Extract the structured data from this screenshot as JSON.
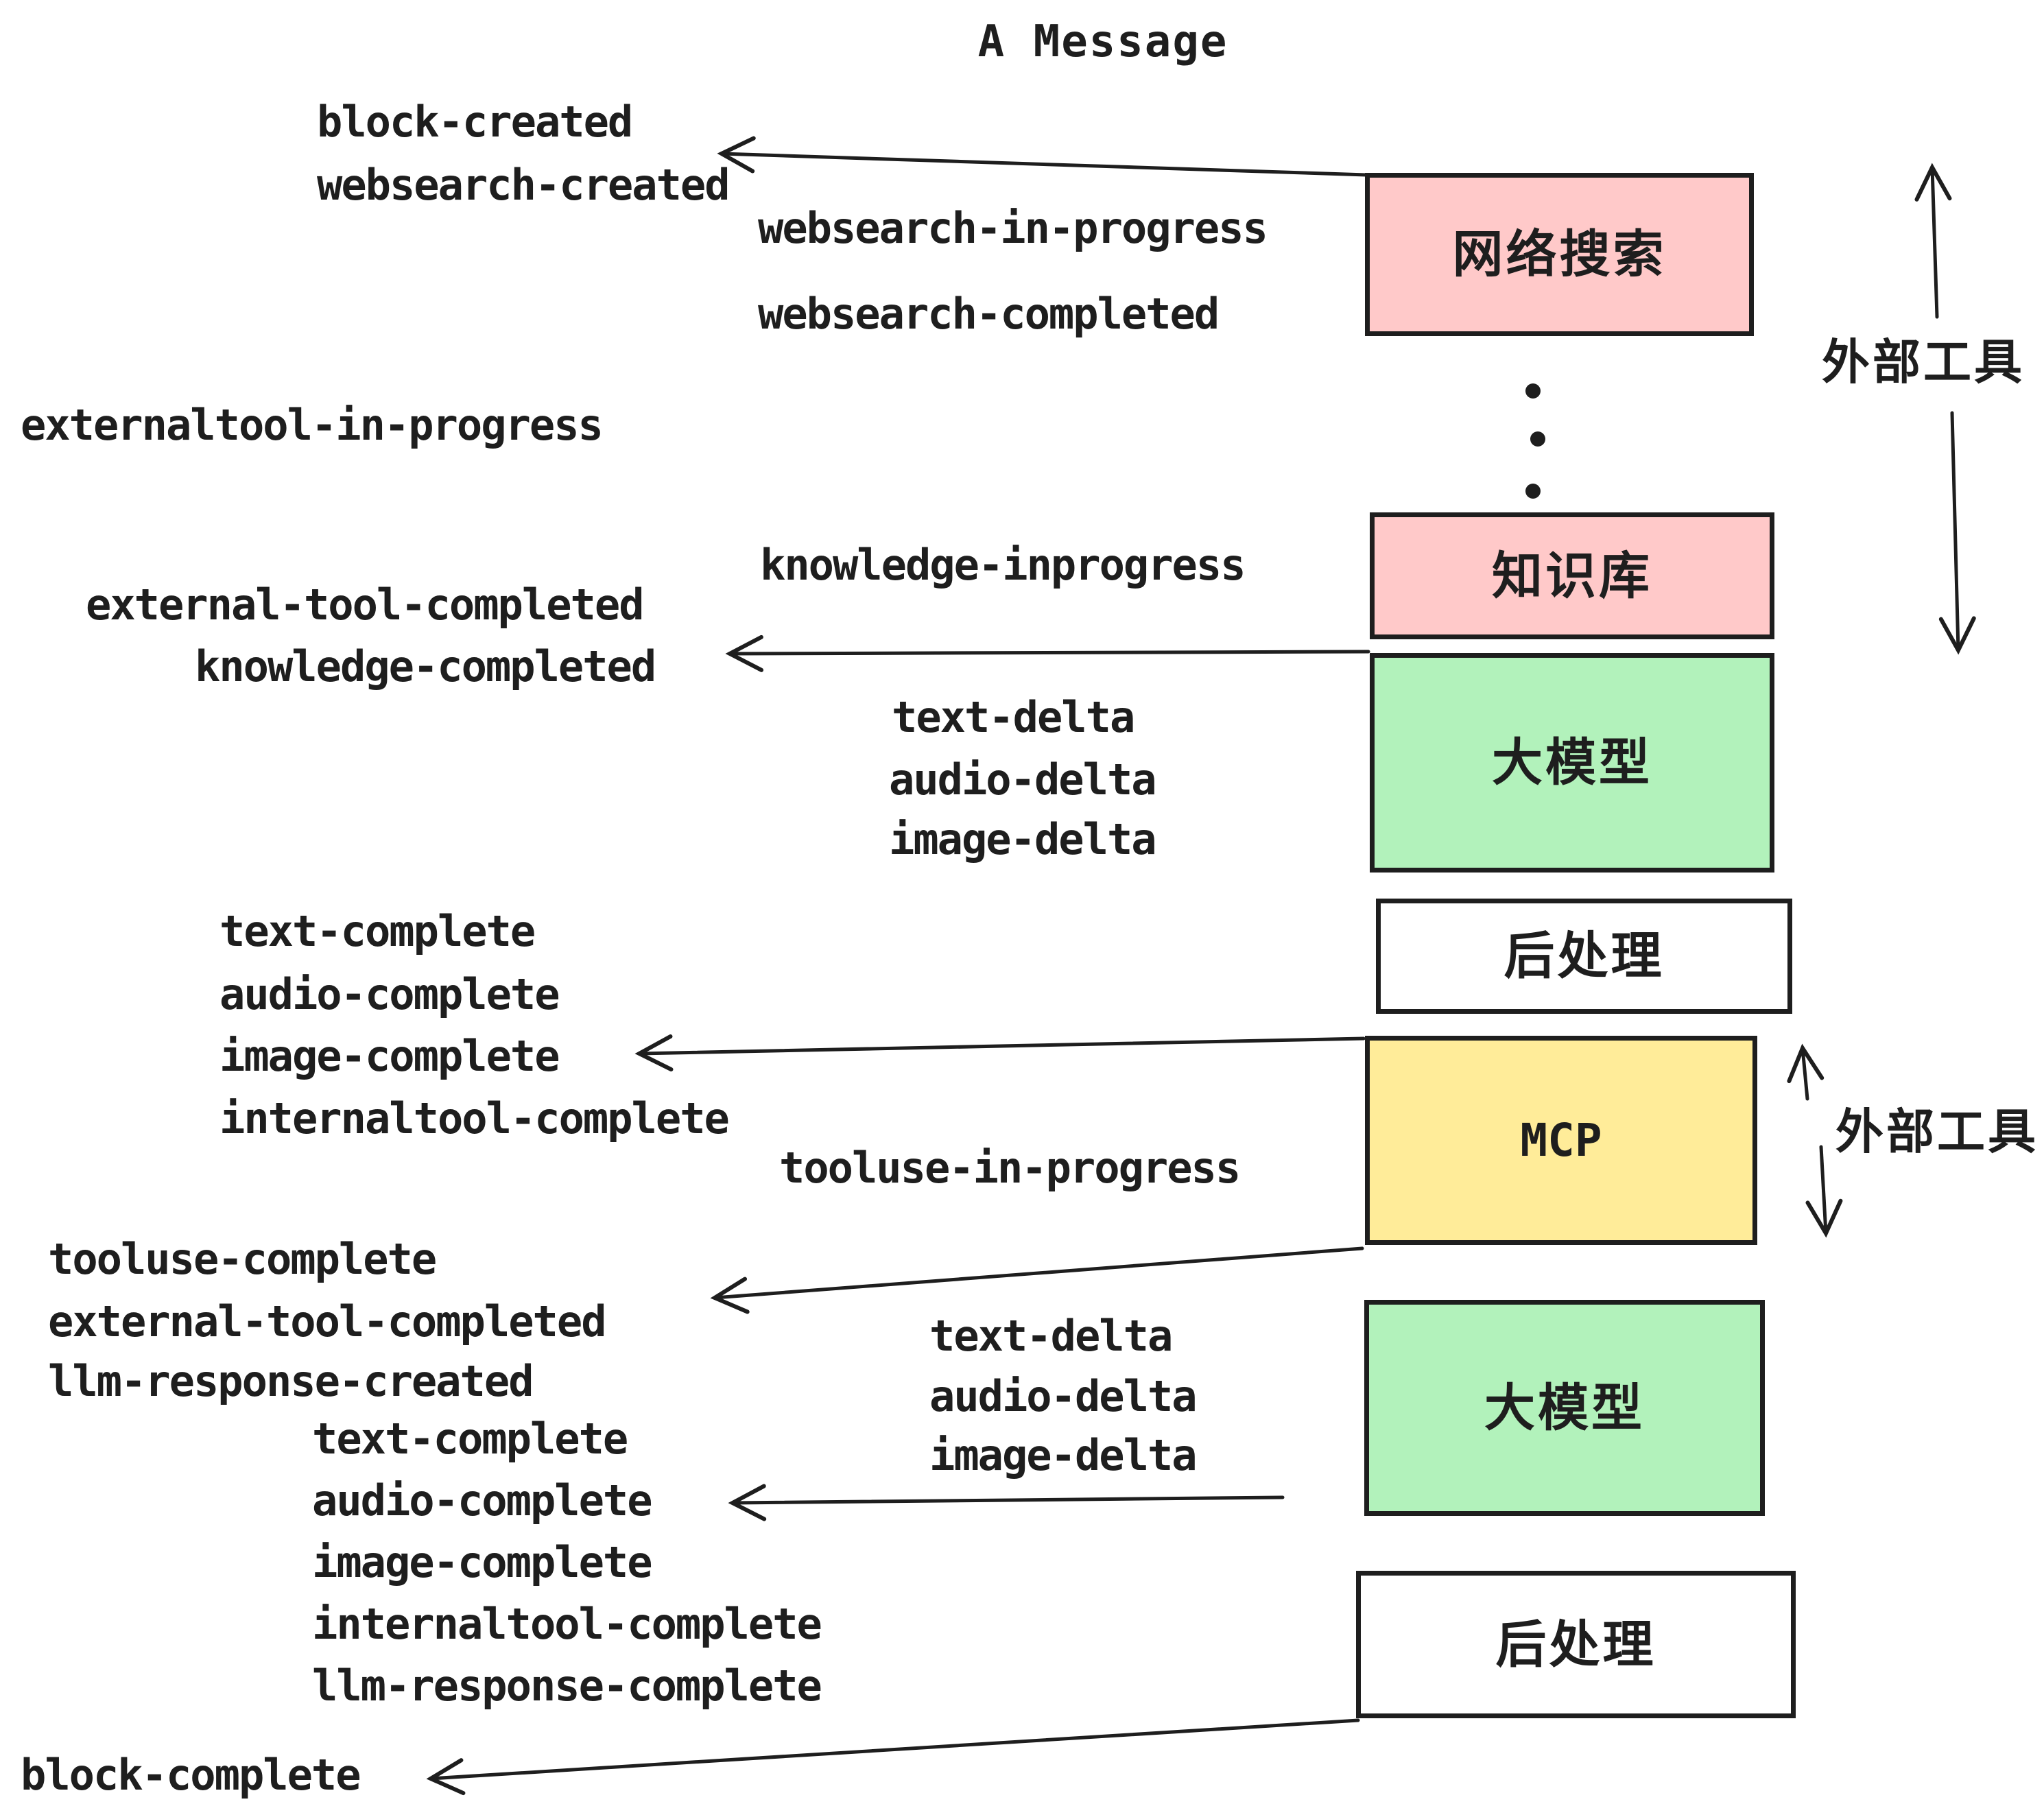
{
  "title": "A Message",
  "colors": {
    "pink": "#ffc9c9",
    "green": "#b2f2bb",
    "yellow": "#ffec99",
    "white": "#ffffff",
    "ink": "#1e1e1e"
  },
  "boxes": [
    {
      "id": "websearch",
      "label": "网络搜索",
      "color": "pink"
    },
    {
      "id": "knowledge",
      "label": "知识库",
      "color": "pink"
    },
    {
      "id": "llm-1",
      "label": "大模型",
      "color": "green"
    },
    {
      "id": "postprocess-1",
      "label": "后处理",
      "color": "white"
    },
    {
      "id": "mcp",
      "label": "MCP",
      "color": "yellow"
    },
    {
      "id": "llm-2",
      "label": "大模型",
      "color": "green"
    },
    {
      "id": "postprocess-2",
      "label": "后处理",
      "color": "white"
    }
  ],
  "side_labels": [
    {
      "label": "外部工具"
    },
    {
      "label": "外部工具"
    }
  ],
  "events": {
    "block_created": "block-created",
    "websearch_created": "websearch-created",
    "websearch_in_progress": "websearch-in-progress",
    "websearch_completed": "websearch-completed",
    "externaltool_in_progress": "externaltool-in-progress",
    "knowledge_inprogress": "knowledge-inprogress",
    "external_tool_completed_1": "external-tool-completed",
    "knowledge_completed": "knowledge-completed",
    "text_delta_1": "text-delta",
    "audio_delta_1": "audio-delta",
    "image_delta_1": "image-delta",
    "text_complete_1": "text-complete",
    "audio_complete_1": "audio-complete",
    "image_complete_1": "image-complete",
    "internaltool_complete_1": "internaltool-complete",
    "tooluse_in_progress": "tooluse-in-progress",
    "tooluse_complete": "tooluse-complete",
    "external_tool_completed_2": "external-tool-completed",
    "llm_response_created": "llm-response-created",
    "text_delta_2": "text-delta",
    "audio_delta_2": "audio-delta",
    "image_delta_2": "image-delta",
    "text_complete_2": "text-complete",
    "audio_complete_2": "audio-complete",
    "image_complete_2": "image-complete",
    "internaltool_complete_2": "internaltool-complete",
    "llm_response_complete": "llm-response-complete",
    "block_complete": "block-complete"
  },
  "arrows": [
    {
      "id": "a1",
      "from": "网络搜索",
      "to": "block-created / websearch-created",
      "direction": "left"
    },
    {
      "id": "a2",
      "from": "大模型",
      "to": "knowledge-completed",
      "direction": "left"
    },
    {
      "id": "a3",
      "from": "MCP",
      "to": "image-complete",
      "direction": "left"
    },
    {
      "id": "a4",
      "from": "MCP",
      "to": "tooluse-complete",
      "direction": "left"
    },
    {
      "id": "a5",
      "from": "大模型",
      "to": "audio-complete",
      "direction": "left"
    },
    {
      "id": "a6",
      "from": "后处理",
      "to": "block-complete",
      "direction": "left"
    },
    {
      "id": "ext1-up",
      "near": "外部工具",
      "direction": "up"
    },
    {
      "id": "ext1-down",
      "near": "外部工具",
      "direction": "down"
    },
    {
      "id": "ext2-up",
      "near": "外部工具",
      "direction": "up"
    },
    {
      "id": "ext2-down",
      "near": "外部工具",
      "direction": "down"
    }
  ],
  "decorations": {
    "vertical_dots_count": 3
  }
}
